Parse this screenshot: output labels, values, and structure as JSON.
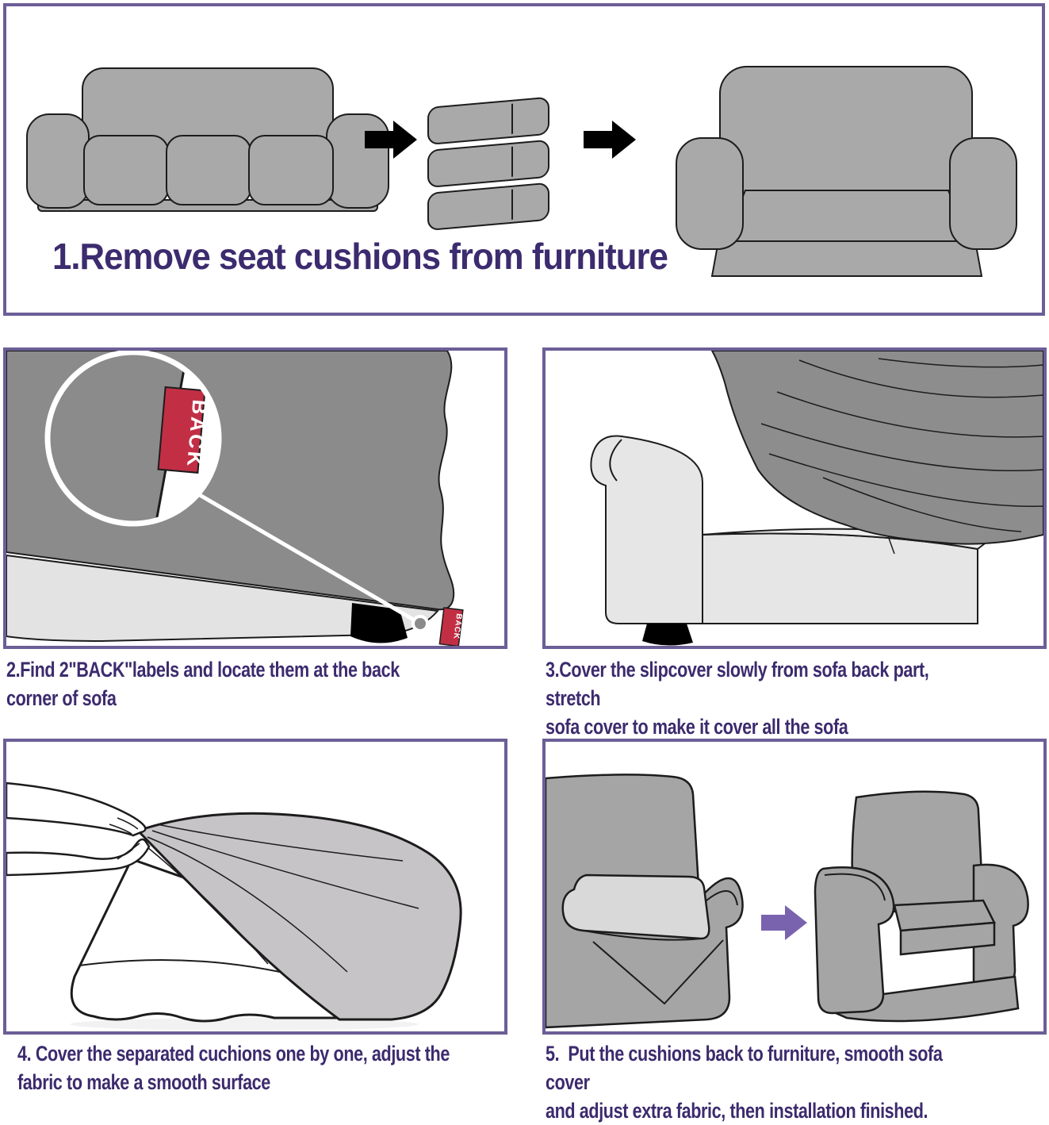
{
  "colors": {
    "panel_border": "#6c5e97",
    "text": "#3c2b6e",
    "furniture_gray": "#a9a9a9",
    "cover_dark_gray": "#8b8b8b",
    "cover_light_gray": "#c6c4c6",
    "base_light_gray": "#e3e3e3",
    "back_tag_red": "#c22f45",
    "arrow_black": "#000000",
    "arrow_purple": "#7a63ae"
  },
  "steps": [
    {
      "number": 1,
      "caption": "1.Remove seat cushions from furniture"
    },
    {
      "number": 2,
      "caption": "2.Find 2\"BACK\"labels and locate them at the back\ncorner of sofa"
    },
    {
      "number": 3,
      "caption": "3.Cover the slipcover slowly from sofa back part, stretch\nsofa cover to make it cover all the sofa"
    },
    {
      "number": 4,
      "caption": "4. Cover the separated cuchions one by one, adjust the\nfabric to make a smooth surface"
    },
    {
      "number": 5,
      "caption": "5.  Put the cushions back to furniture, smooth sofa cover\nand adjust extra fabric, then installation finished."
    }
  ],
  "labels": {
    "back_tag": "BACK"
  }
}
